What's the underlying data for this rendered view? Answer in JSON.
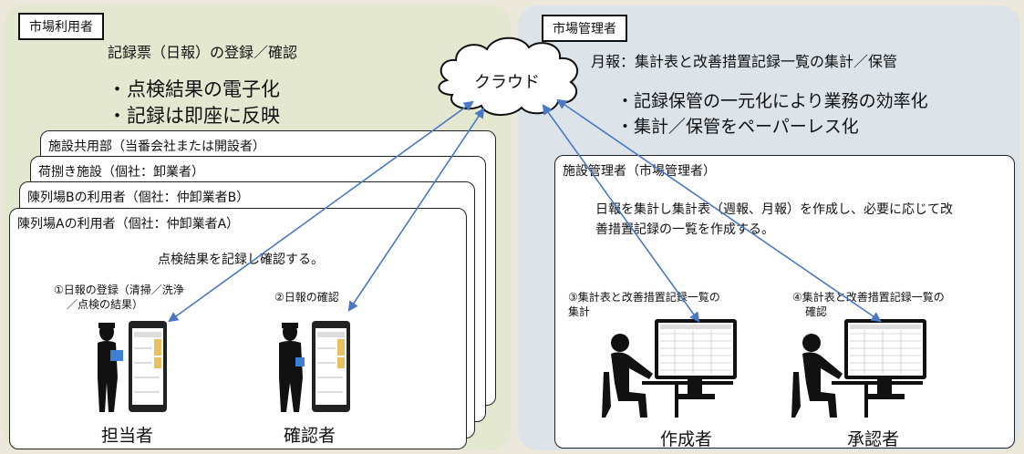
{
  "left": {
    "tag": "市場利用者",
    "record_line": "記録票（日報）の登録／確認",
    "bullet1": "・点検結果の電子化",
    "bullet2": "・記録は即座に反映",
    "cards": [
      "施設共用部（当番会社または開設者）",
      "荷捌き施設（個社：卸業者）",
      "陳列場Bの利用者（個社：仲卸業者B）",
      "陳列場Aの利用者（個社：仲卸業者A）"
    ],
    "card_desc": "点検結果を記録し確認する。",
    "step1": "①日報の登録（清掃／洗浄",
    "step1_b": "／点検の結果）",
    "step2": "②日報の確認",
    "role1": "担当者",
    "role2": "確認者"
  },
  "cloud": "クラウド",
  "right": {
    "tag": "市場管理者",
    "monthly": "月報：集計表と改善措置記録一覧の集計／保管",
    "bullet1": "・記録保管の一元化により業務の効率化",
    "bullet2": "・集計／保管をペーパーレス化",
    "card_title": "施設管理者（市場管理者）",
    "desc1": "日報を集計し集計表（週報、月報）を作成し、必要に応じて改",
    "desc2": "善措置記録の一覧を作成する。",
    "step3": "③集計表と改善措置記録一覧の",
    "step3_b": "集計",
    "step4": "④集計表と改善措置記録一覧の",
    "step4_b": "確認",
    "role3": "作成者",
    "role4": "承認者"
  },
  "colors": {
    "arrow": "#4a78c4",
    "left_bg": "#e4e8d0",
    "right_bg": "#dce4ea"
  }
}
